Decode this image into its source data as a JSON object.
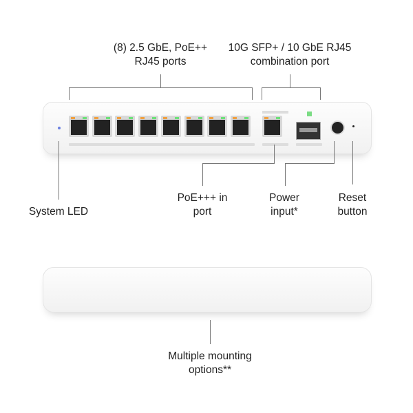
{
  "labels": {
    "rj45_ports_1": "(8) 2.5 GbE, PoE++",
    "rj45_ports_2": "RJ45 ports",
    "combo_1": "10G SFP+ / 10 GbE RJ45",
    "combo_2": "combination port",
    "system_led": "System LED",
    "poe_in_1": "PoE+++ in",
    "poe_in_2": "port",
    "power_1": "Power",
    "power_2": "input*",
    "reset_1": "Reset",
    "reset_2": "button",
    "mount_1": "Multiple mounting",
    "mount_2": "options**"
  },
  "colors": {
    "led_orange": "#f0a040",
    "led_green": "#6ee07a",
    "system_led": "#6a7fe0"
  }
}
